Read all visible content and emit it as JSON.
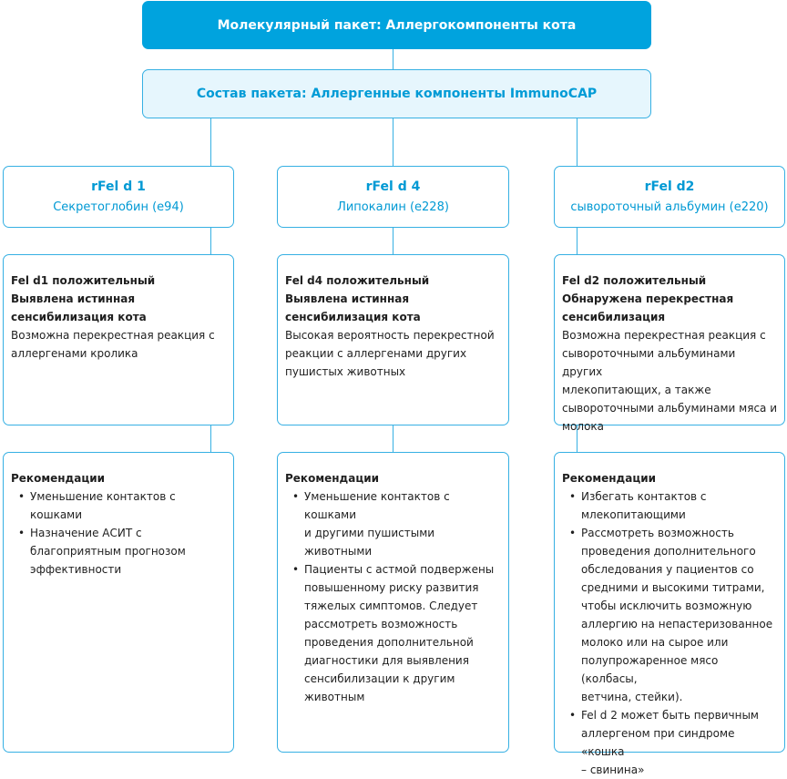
{
  "header": {
    "title": "Молекулярный пакет: Аллергокомпоненты кота",
    "subtitle": "Состав пакета: Аллергенные компоненты ImmunoCAP"
  },
  "columns": [
    {
      "name": "rFel d 1",
      "description": "Секретоглобин (e94)",
      "result_lines": [
        "Fel d1 положительный",
        "Выявлена истинная",
        "сенсибилизация кота"
      ],
      "result_text": [
        "Возможна перекрестная реакция с",
        "аллергенами кролика"
      ],
      "rec_title": "Рекомендации",
      "recommendations": [
        [
          "Уменьшение контактов с",
          "кошками"
        ],
        [
          "Назначение АСИТ с",
          "благоприятным прогнозом",
          "эффективности"
        ]
      ]
    },
    {
      "name": "rFel d 4",
      "description": "Липокалин (e228)",
      "result_lines": [
        "Fel d4 положительный",
        "Выявлена истинная",
        "сенсибилизация кота"
      ],
      "result_text": [
        "Высокая вероятность перекрестной",
        "реакции с аллергенами других",
        "пушистых животных"
      ],
      "rec_title": "Рекомендации",
      "recommendations": [
        [
          "Уменьшение контактов с кошками",
          "и другими пушистыми животными"
        ],
        [
          "Пациенты с астмой подвержены",
          "повышенному риску развития",
          "тяжелых симптомов. Следует",
          "рассмотреть возможность",
          "проведения дополнительной",
          "диагностики для выявления",
          "сенсибилизации к другим",
          "животным"
        ]
      ]
    },
    {
      "name": "rFel d2",
      "description": "сывороточный альбумин (e220)",
      "result_lines": [
        "Fel d2 положительный",
        "Обнаружена перекрестная",
        "сенсибилизация"
      ],
      "result_text": [
        "Возможна перекрестная реакция с",
        "сывороточными альбуминами других",
        "млекопитающих, а также",
        "сывороточными альбуминами мяса и",
        "молока"
      ],
      "rec_title": "Рекомендации",
      "recommendations": [
        [
          "Избегать контактов с",
          "млекопитающими"
        ],
        [
          "Рассмотреть возможность",
          "проведения дополнительного",
          "обследования у пациентов со",
          "средними и высокими титрами,",
          "чтобы исключить возможную",
          "аллергию на непастеризованное",
          "молоко или на сырое или",
          "полупрожаренное мясо (колбасы,",
          "ветчина, стейки)."
        ],
        [
          "Fel d 2 может быть первичным",
          "аллергеном при синдроме «кошка",
          "– свинина»"
        ]
      ]
    }
  ]
}
